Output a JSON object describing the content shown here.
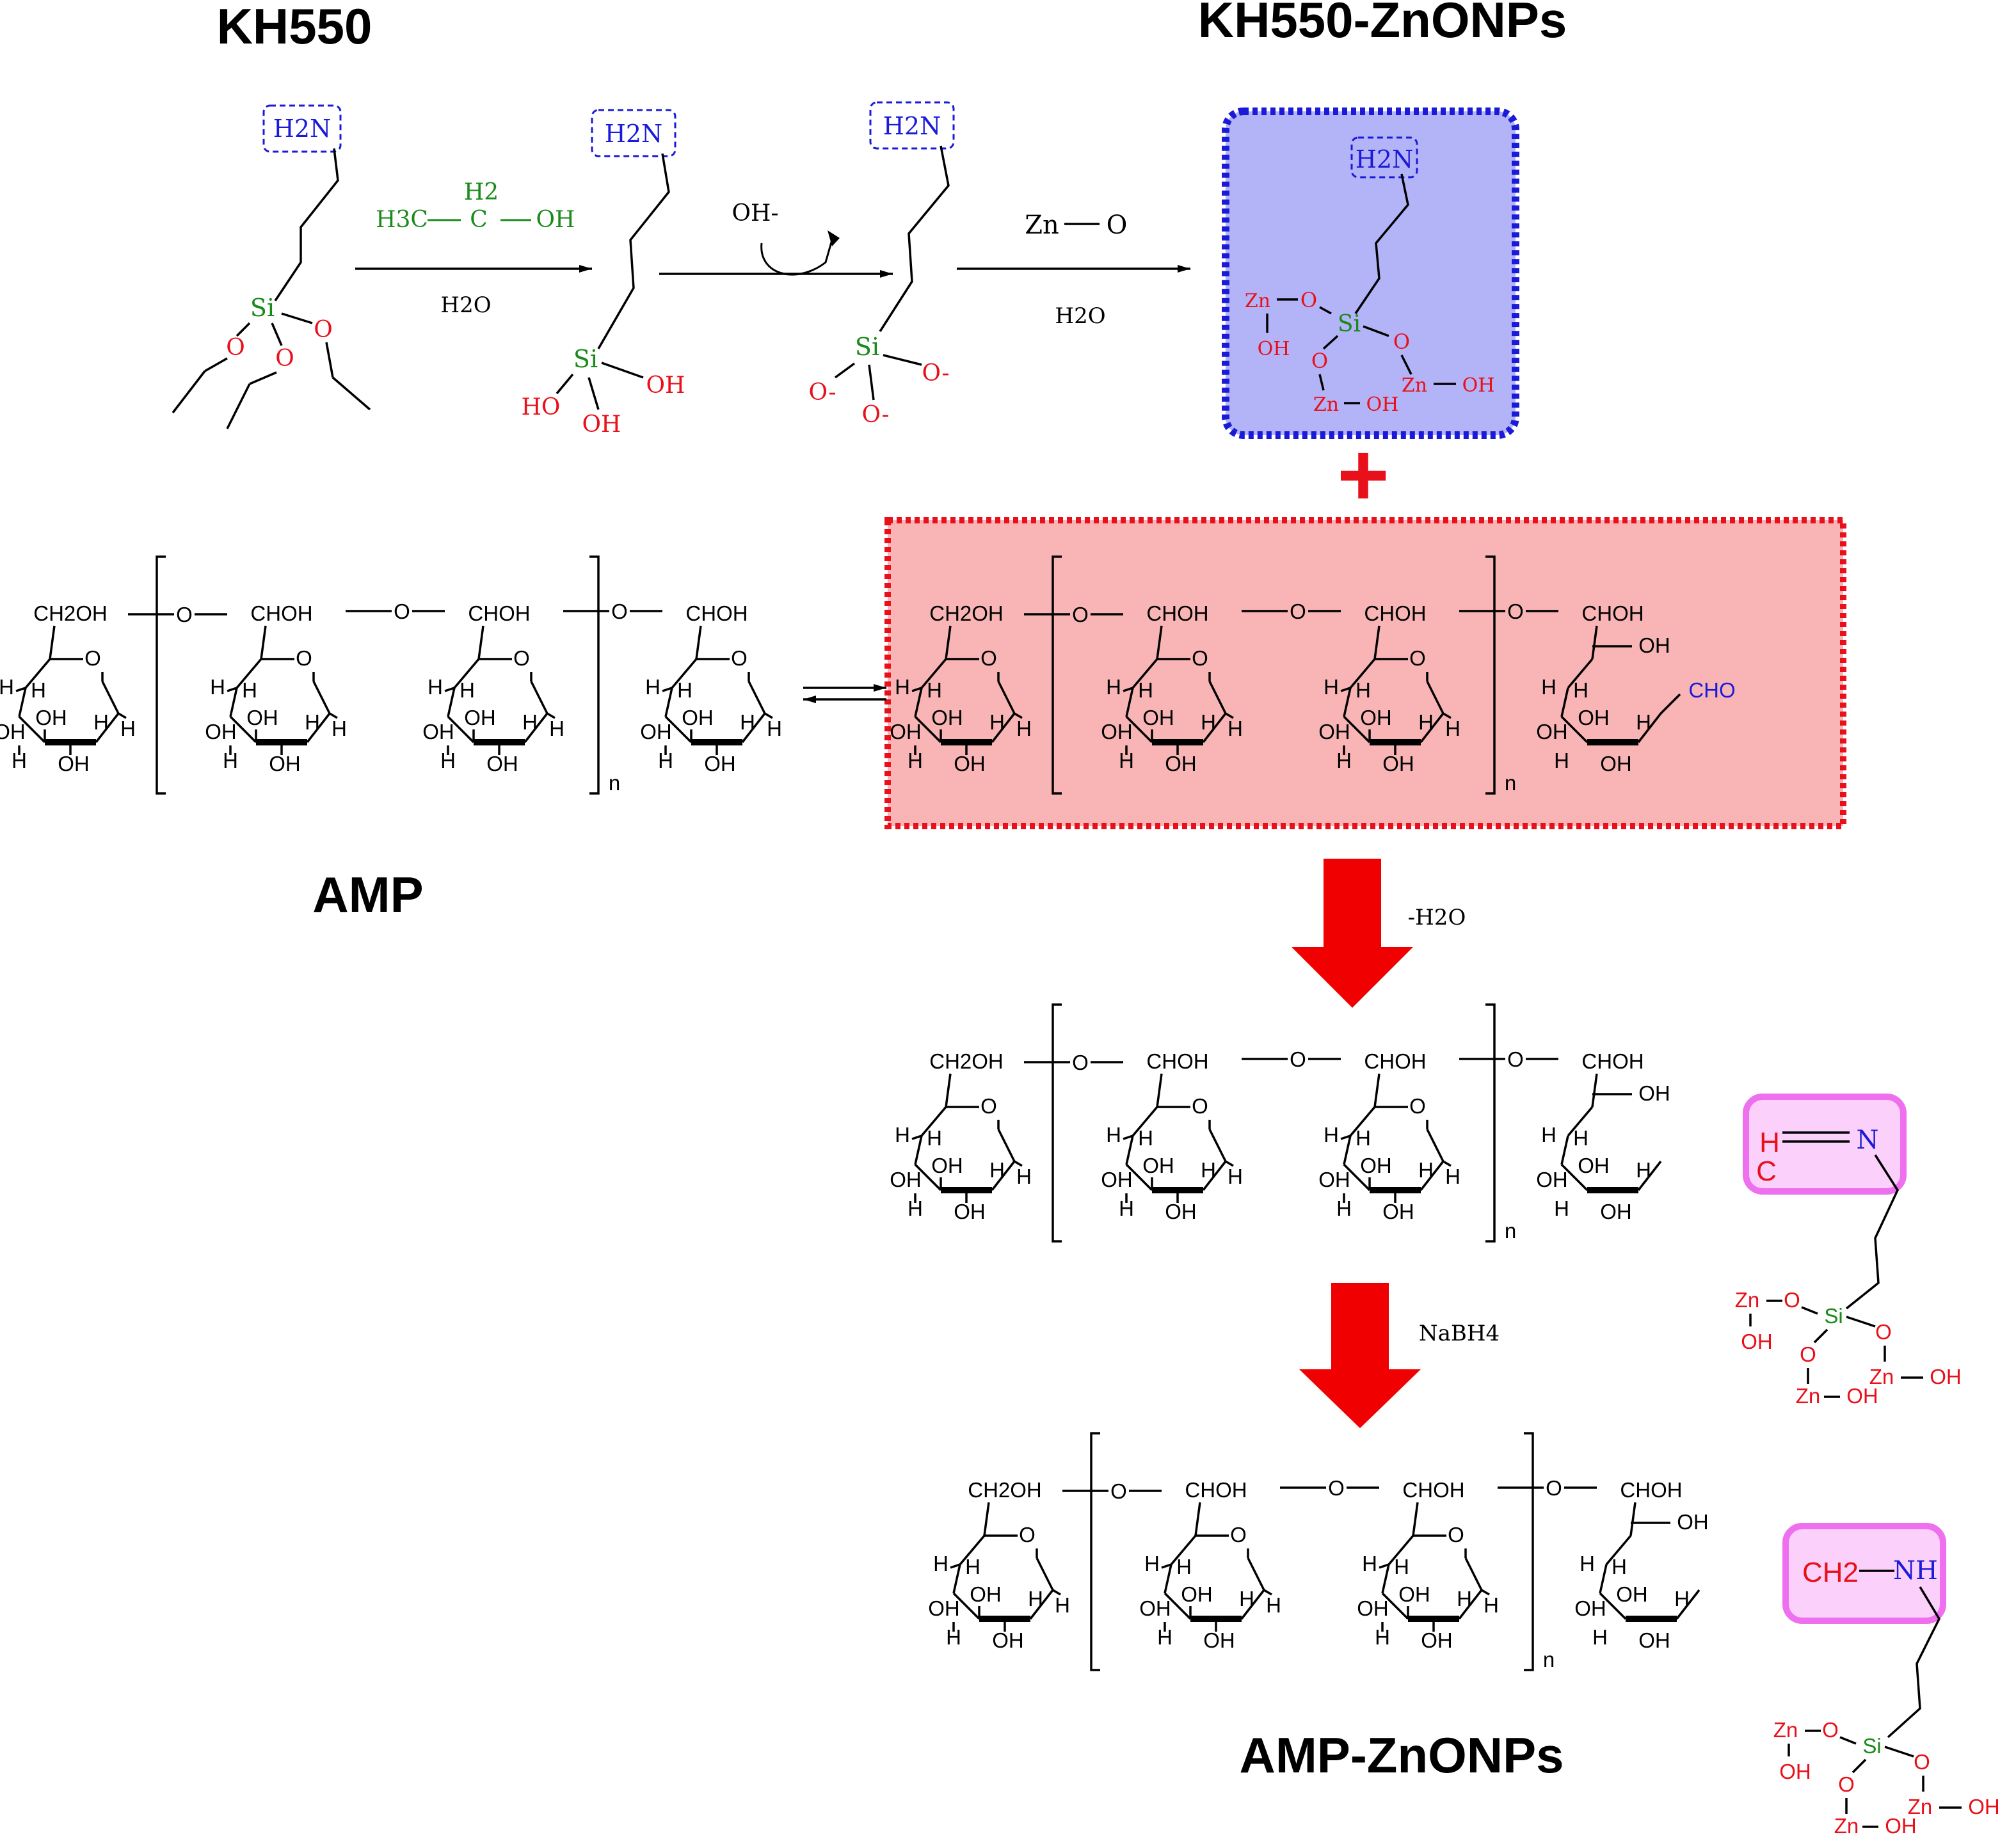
{
  "titles": {
    "kh550": "KH550",
    "kh550_znonps": "KH550-ZnONPs",
    "amp": "AMP",
    "amp_znonps": "AMP-ZnONPs"
  },
  "reagents": {
    "ethanol_h3c": "H3C",
    "ethanol_h2": "H2",
    "ethanol_c": "C",
    "ethanol_oh": "OH",
    "water_1": "H2O",
    "hydroxide": "OH-",
    "zno_zn": "Zn",
    "zno_o": "O",
    "water_2": "H2O",
    "minus_water": "-H2O",
    "nabh4": "NaBH4",
    "plus": "+"
  },
  "atoms": {
    "h2n": "H2N",
    "si": "Si",
    "o": "O",
    "o_minus": "O-",
    "oh": "OH",
    "ho": "HO",
    "zn": "Zn",
    "h": "H",
    "ch2oh": "CH2OH",
    "choh": "CHOH",
    "cho": "CHO",
    "n": "N",
    "nh": "NH",
    "c": "C",
    "ch2": "CH2",
    "repeat_n": "n"
  },
  "colors": {
    "silicon": "#1a8a1a",
    "oxygen_zinc": "#e8101a",
    "nitrogen": "#1a1ad8",
    "blue_box": "#b3b3f7",
    "red_box": "#f9b5b5",
    "pink_box": "#fbd0fb"
  }
}
